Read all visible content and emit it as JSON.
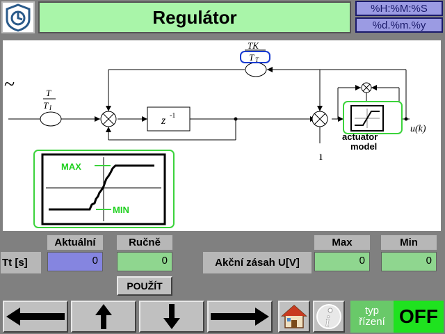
{
  "header": {
    "title": "Regulátor",
    "time_format": "%H:%M:%S",
    "date_format": "%d.%m.%y"
  },
  "diagram": {
    "signal_tilde": "~",
    "t_over_ti_num": "T",
    "t_over_ti_den": "T",
    "t_over_ti_den_sub": "I",
    "tk_over_tt_num": "TK",
    "tk_over_tt_den": "T",
    "tk_over_tt_den_sub": "T",
    "delay": "z",
    "delay_exp": "-1",
    "output": "u(k)",
    "actuator_line1": "actuator",
    "actuator_line2": "model",
    "sat_max": "MAX",
    "sat_min": "MIN",
    "bottom_symbol": "ı"
  },
  "form": {
    "col_actual": "Aktuální",
    "col_manual": "Ručně",
    "col_max": "Max",
    "col_min": "Min",
    "row1_label": "Tt [s]",
    "row2_label": "Akční zásah U[V]",
    "tt_actual": "0",
    "tt_manual": "0",
    "u_max": "0",
    "u_min": "0",
    "apply_label": "POUŽÍT"
  },
  "footer": {
    "mode_line1": "typ",
    "mode_line2": "řízení",
    "mode_state": "OFF"
  },
  "icons": {
    "back": "arrow-left-icon",
    "up": "arrow-up-icon",
    "down": "arrow-down-icon",
    "forward": "arrow-right-icon",
    "home": "home-icon",
    "info": "info-icon"
  },
  "colors": {
    "title_bg": "#a9f5a9",
    "actual_field": "#8585e0",
    "editable_field": "#8fd68f",
    "mode_off": "#1fe21f"
  }
}
